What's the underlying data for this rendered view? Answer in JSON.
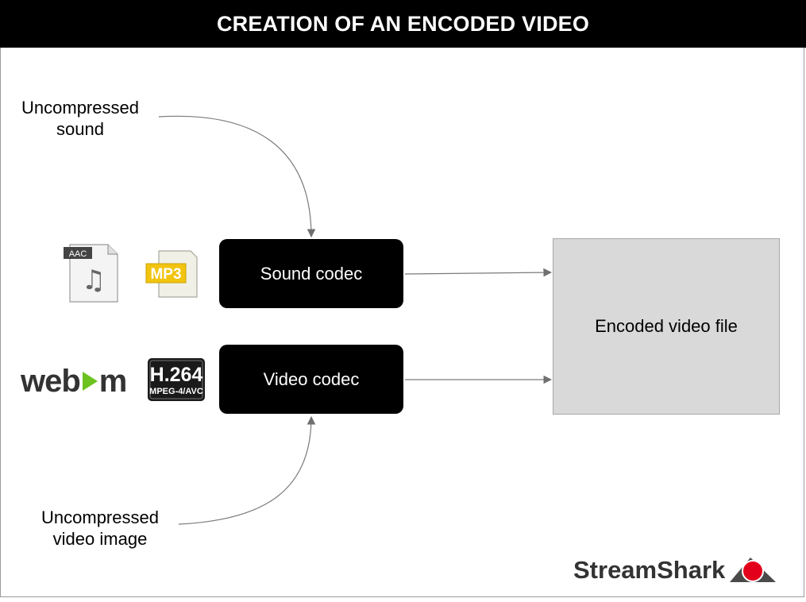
{
  "title": "CREATION OF AN ENCODED VIDEO",
  "labels": {
    "uncompressed_sound": [
      "Uncompressed",
      "sound"
    ],
    "uncompressed_video": [
      "Uncompressed",
      "video image"
    ]
  },
  "boxes": {
    "sound_codec": "Sound codec",
    "video_codec": "Video codec",
    "encoded_file": "Encoded video file"
  },
  "icons": {
    "aac_tag": "AAC",
    "mp3_tag": "MP3",
    "h264_main": "H.264",
    "h264_sub": "MPEG-4/AVC",
    "webm_prefix": "web",
    "webm_suffix": "m"
  },
  "brand": "StreamShark",
  "colors": {
    "title_bg": "#000000",
    "codec_bg": "#000000",
    "file_bg": "#d9d9d9",
    "mp3_yellow": "#f2c40f",
    "webm_play": "#6cc21e",
    "brand_red": "#e3001b"
  }
}
